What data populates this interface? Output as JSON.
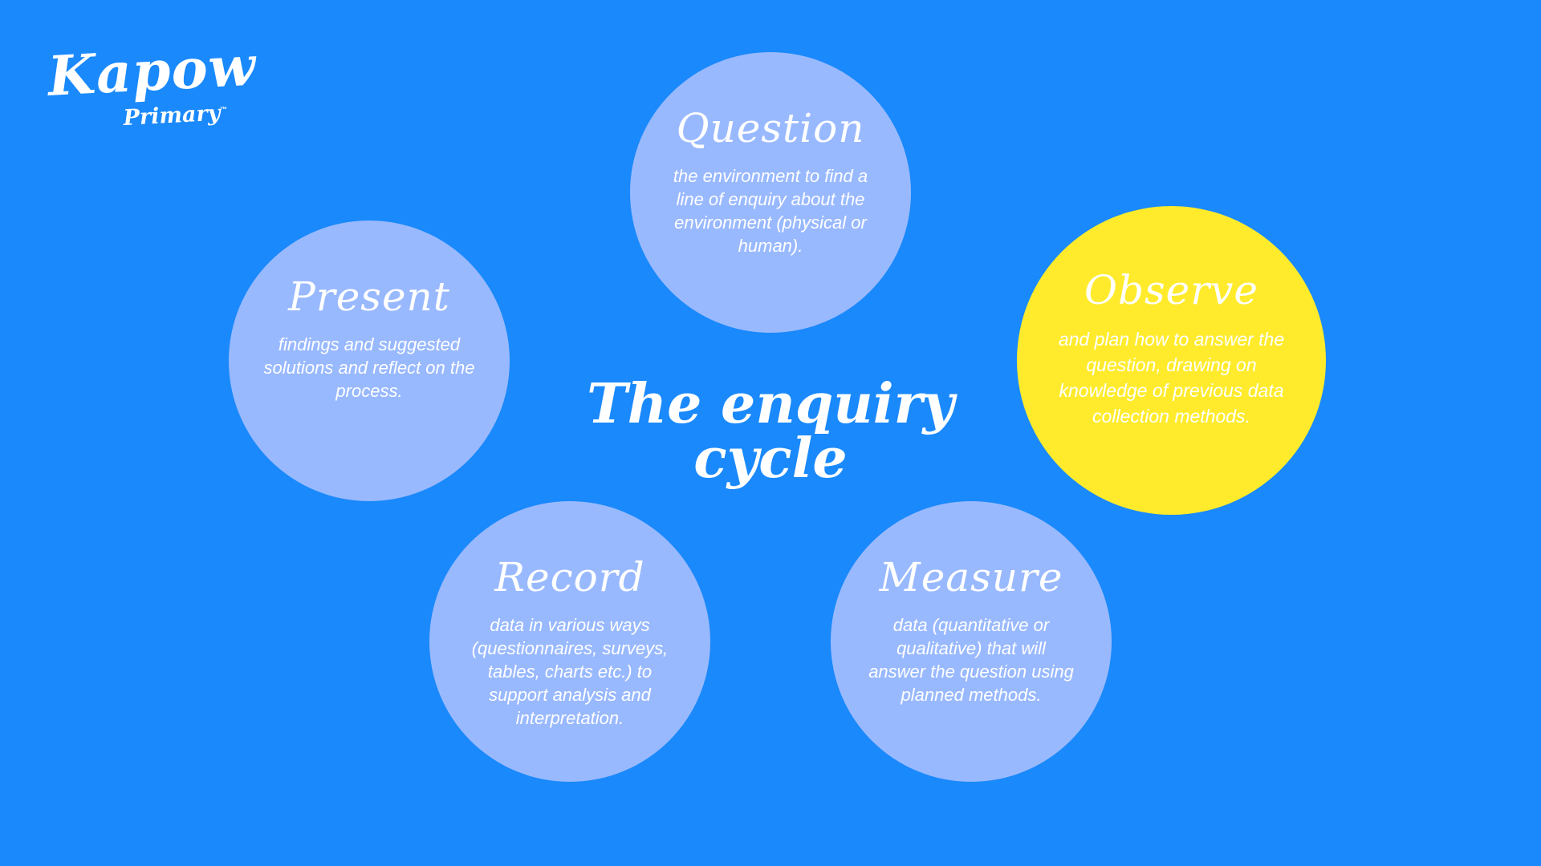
{
  "logo": {
    "main": "Kapow",
    "sub": "Primary",
    "tm": "™"
  },
  "title": "The enquiry cycle",
  "colors": {
    "background": "#1a89fb",
    "circle": "#99b9ff",
    "highlight": "#ffeb2c",
    "text": "#ffffff"
  },
  "steps": [
    {
      "title": "Question",
      "description": "the environment to find a line of enquiry about the environment (physical or human).",
      "highlighted": false
    },
    {
      "title": "Observe",
      "description": "and plan how to answer the question, drawing on knowledge of previous data collection methods.",
      "highlighted": true
    },
    {
      "title": "Measure",
      "description": "data (quantitative or qualitative) that will answer the question using planned methods.",
      "highlighted": false
    },
    {
      "title": "Record",
      "description": "data in various ways (questionnaires, surveys, tables, charts etc.) to support analysis and interpretation.",
      "highlighted": false
    },
    {
      "title": "Present",
      "description": "findings and suggested solutions and reflect on the process.",
      "highlighted": false
    }
  ]
}
